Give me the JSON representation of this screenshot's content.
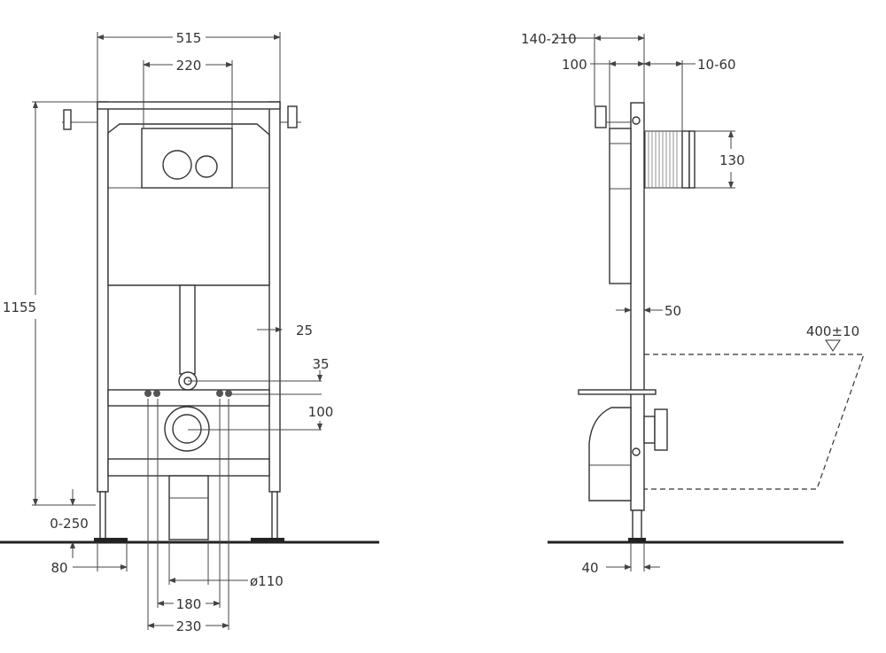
{
  "front_view": {
    "dimensions": {
      "frame_width": "515",
      "flush_plate_width": "220",
      "frame_height": "1155",
      "frame_depth_offset": "25",
      "inlet_offset": "35",
      "bolt_to_outlet": "100",
      "leg_adjustment": "0-250",
      "foot_width": "80",
      "outlet_diameter": "ø110",
      "bolt_spacing_inner": "180",
      "bolt_spacing_outer": "230"
    }
  },
  "side_view": {
    "dimensions": {
      "wall_distance": "140-210",
      "bracket_depth": "100",
      "button_projection": "10-60",
      "button_height": "130",
      "cistern_depth": "50",
      "seat_height": "400±10",
      "foot_depth": "40"
    }
  },
  "colors": {
    "line": "#333333",
    "background": "#ffffff"
  }
}
